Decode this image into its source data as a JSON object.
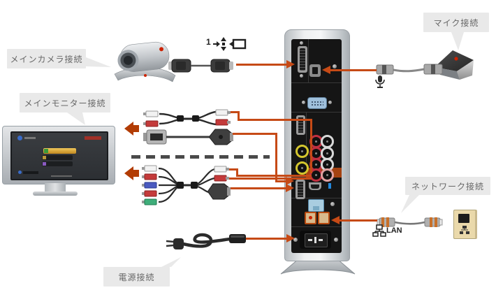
{
  "callouts": {
    "camera": "メインカメラ接続",
    "monitor": "メインモニター接続",
    "mic": "マイク接続",
    "network": "ネットワーク接続",
    "power": "電源接続"
  },
  "annotations": {
    "camera_input_number": "1",
    "lan_label": "LAN"
  },
  "colors": {
    "connection_line": "#c64a16",
    "block_arrow": "#b23c04",
    "callout_bg": "#e9e9e9",
    "callout_text": "#666666",
    "device_panel": "#151515",
    "device_body": "#d9dcde",
    "lan_port_highlight": "#c8702a",
    "rca_red": "#c03040",
    "rca_white": "#e6e6e6",
    "component_blue": "#4a5ac0",
    "component_green": "#3fae7a",
    "svideo_yellow": "#d4c62e",
    "rj45_blue": "#a9cde0",
    "menu_highlight": "#e8b53a"
  }
}
